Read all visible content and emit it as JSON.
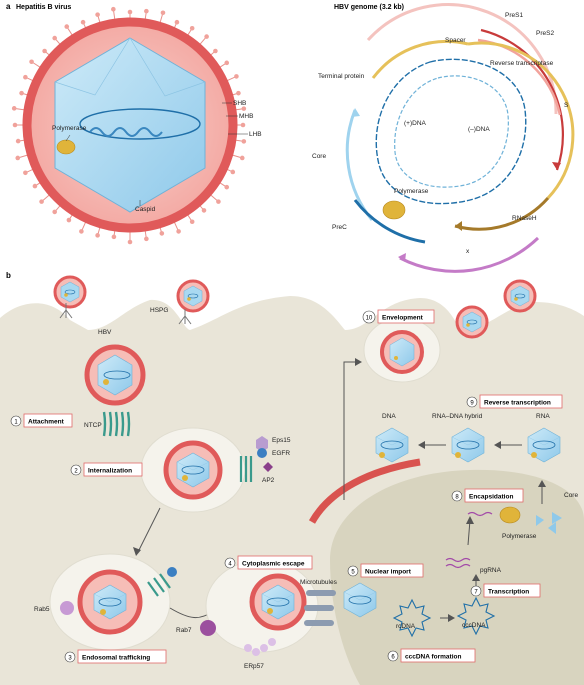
{
  "panel_a": {
    "letter": "a",
    "virus_title": "Hepatitis B virus",
    "genome_title": "HBV genome (3.2 kb)",
    "virus_labels": {
      "shb": "SHB",
      "mhb": "MHB",
      "lhb": "LHB",
      "polymerase": "Polymerase",
      "caspid": "Caspid"
    },
    "genome_labels": {
      "pres1": "PreS1",
      "pres2": "PreS2",
      "spacer": "Spacer",
      "rt": "Reverse transcriptase",
      "terminal": "Terminal protein",
      "s": "S",
      "plus_dna": "(+)DNA",
      "minus_dna": "(–)DNA",
      "core": "Core",
      "polymerase": "Polymerase",
      "prec": "PreC",
      "rnaseh": "RNaseH",
      "x": "x"
    }
  },
  "panel_b": {
    "letter": "b",
    "labels": {
      "hspg": "HSPG",
      "hbv": "HBV",
      "ntcp": "NTCP",
      "eps15": "Eps15",
      "egfr": "EGFR",
      "ap2": "AP2",
      "rab5": "Rab5",
      "rab7": "Rab7",
      "erp57": "ERp57",
      "microtubules": "Microtubules",
      "rcdna": "rcDNA",
      "cccdna": "cccDNA",
      "pgrna": "pgRNA",
      "polymerase": "Polymerase",
      "core": "Core",
      "dna": "DNA",
      "hybrid": "RNA–DNA hybrid",
      "rna": "RNA"
    },
    "steps": [
      {
        "num": "1",
        "label": "Attachment"
      },
      {
        "num": "2",
        "label": "Internalization"
      },
      {
        "num": "3",
        "label": "Endosomal trafficking"
      },
      {
        "num": "4",
        "label": "Cytoplasmic escape"
      },
      {
        "num": "5",
        "label": "Nuclear import"
      },
      {
        "num": "6",
        "label": "cccDNA formation"
      },
      {
        "num": "7",
        "label": "Transcription"
      },
      {
        "num": "8",
        "label": "Encapsidation"
      },
      {
        "num": "9",
        "label": "Reverse transcription"
      },
      {
        "num": "10",
        "label": "Envelopment"
      }
    ]
  },
  "colors": {
    "envelope": "#e05a5a",
    "envelope_fill": "#f5b7b2",
    "capsid": "#a8d8f0",
    "dna": "#1f6fa8",
    "polymerase": "#e0b43a",
    "cell": "#e9e5d8",
    "nucleus": "#d8d4bf",
    "egfr": "#3a9a8c",
    "rab5": "#c79ad4",
    "rab7": "#9b4f9e"
  }
}
